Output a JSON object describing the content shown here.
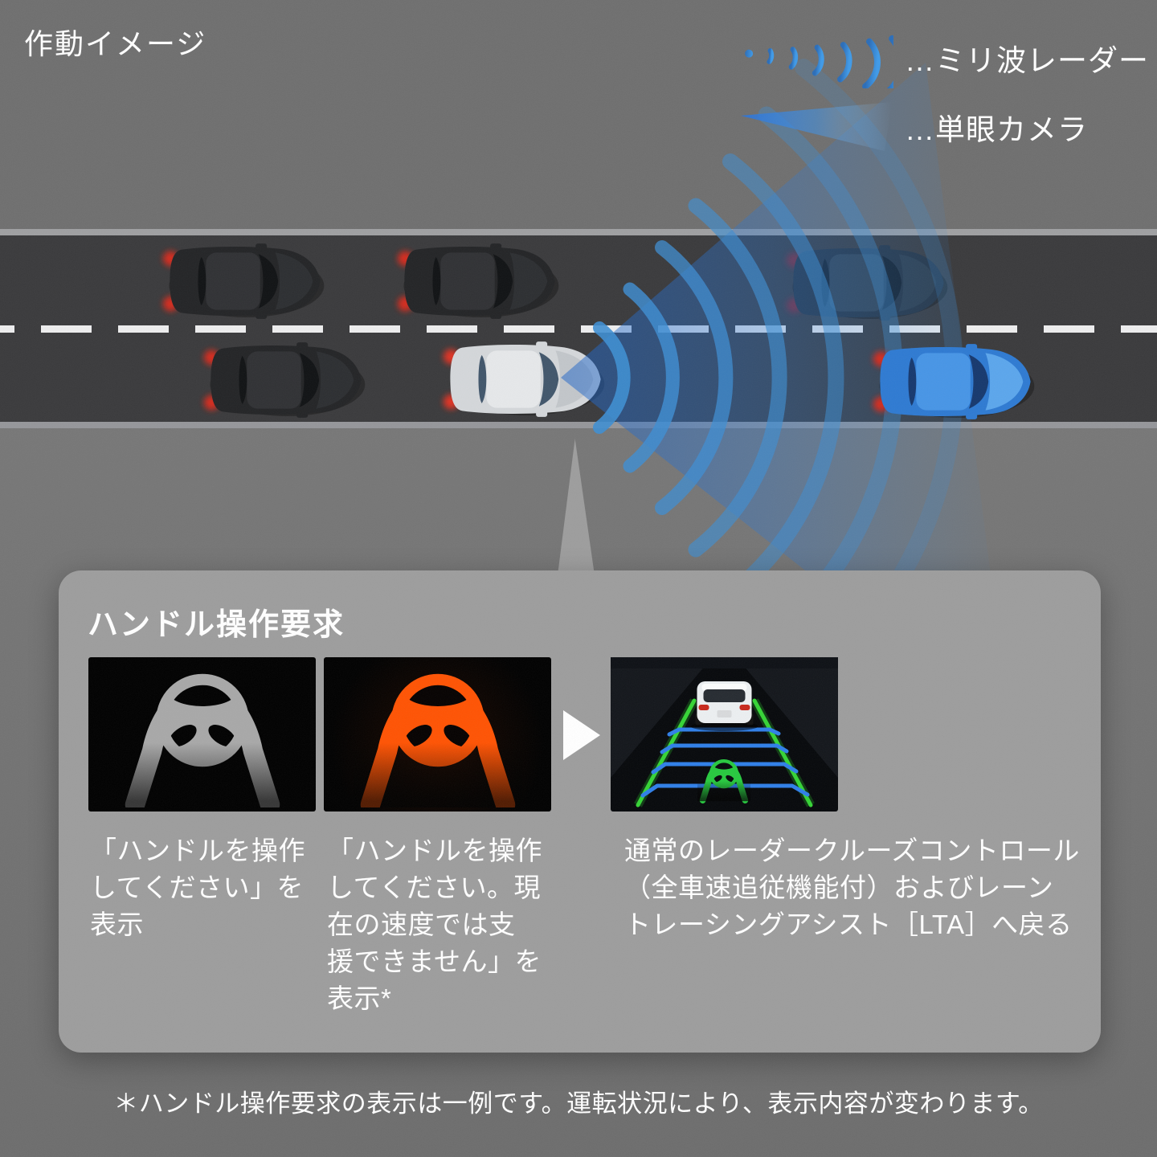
{
  "page": {
    "title": "作動イメージ"
  },
  "legend": {
    "items": [
      {
        "icon": "radar-waves-icon",
        "label": "…ミリ波レーダー"
      },
      {
        "icon": "camera-cone-icon",
        "label": "…単眼カメラ"
      }
    ]
  },
  "scene": {
    "vehicles": [
      {
        "role": "traffic",
        "color": "dark"
      },
      {
        "role": "traffic",
        "color": "dark"
      },
      {
        "role": "traffic-in-sensor-range",
        "color": "dark-blue-tint"
      },
      {
        "role": "traffic",
        "color": "dark"
      },
      {
        "role": "ego",
        "color": "white"
      },
      {
        "role": "lead-vehicle",
        "color": "blue"
      }
    ]
  },
  "callout": {
    "title": "ハンドル操作要求",
    "arrow_icon": "next-step-arrow-icon",
    "steps": [
      {
        "icon": "steering-wheel-gray-icon",
        "caption": "「ハンドルを操作\nしてください」を\n表示"
      },
      {
        "icon": "steering-wheel-orange-icon",
        "caption": "「ハンドルを操作\nしてください。現\n在の速度では支\n援できません」を\n表示*"
      },
      {
        "icon": "lta-display-graphic",
        "caption": "通常のレーダークルーズコントロール\n（全車速追従機能付）およびレーン\nトレーシングアシスト［LTA］へ戻る"
      }
    ]
  },
  "footnote": {
    "text": "＊ハンドル操作要求の表示は一例です。運転状況により、表示内容が変わります。"
  },
  "colors": {
    "accent_blue": "#3d8fd8",
    "warning_orange": "#ff5303",
    "active_green": "#27c93f",
    "panel_gray": "#9d9d9d",
    "road_gray": "#3a3a3c",
    "background_gray": "#6f6f6f",
    "taillight_red": "#d42a1e"
  }
}
